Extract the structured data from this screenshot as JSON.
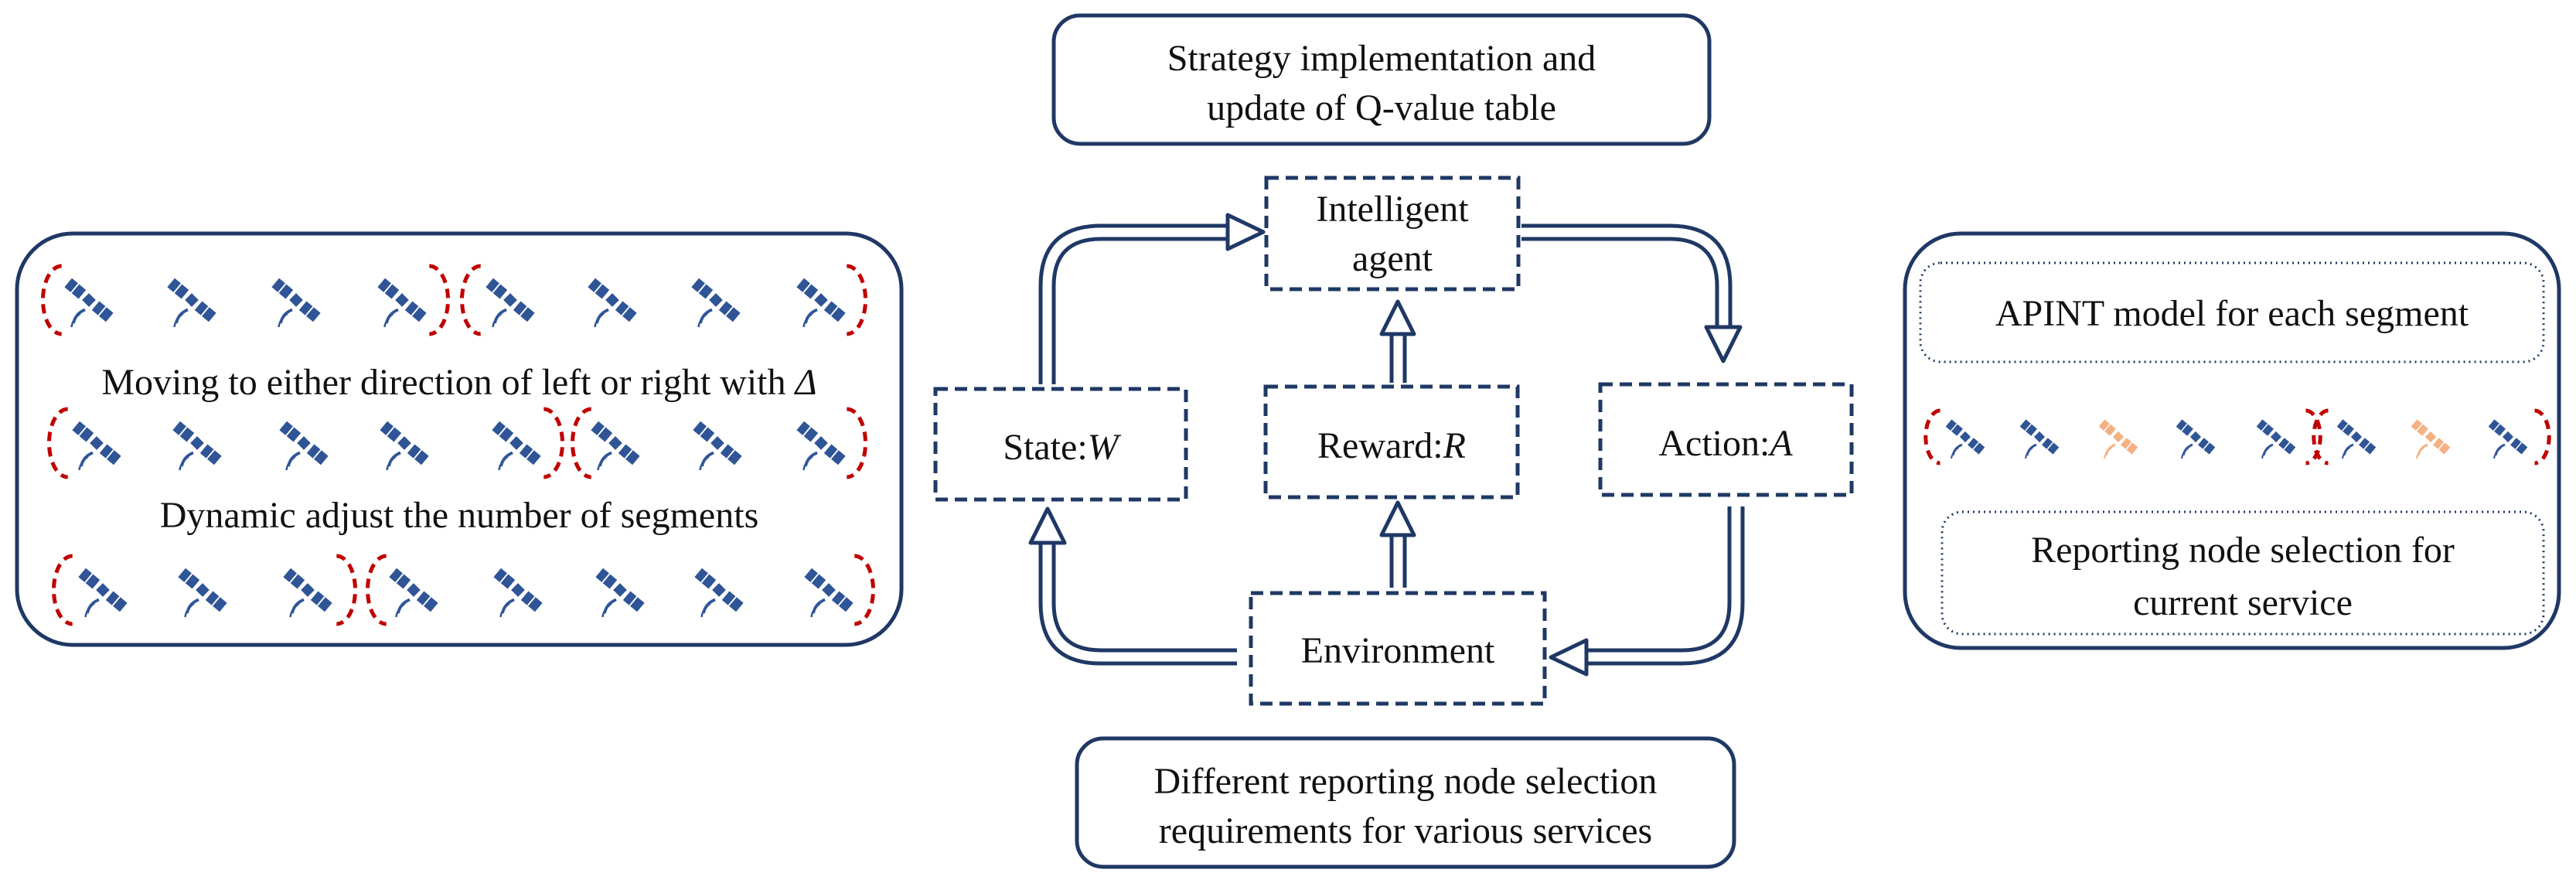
{
  "colors": {
    "box_stroke": "#1f3864",
    "satellite_blue": "#2f5597",
    "satellite_orange": "#f4b183",
    "segment_arc": "#c00000",
    "text": "#111111"
  },
  "icons": {
    "satellite": "satellite-icon",
    "segment_boundary": "segment-boundary-arc"
  },
  "top_box": {
    "line1": "Strategy implementation and",
    "line2": "update of Q-value table"
  },
  "bottom_box": {
    "line1": "Different reporting node selection",
    "line2": "requirements for various services"
  },
  "loop": {
    "agent": {
      "line1": "Intelligent",
      "line2": "agent"
    },
    "state": {
      "prefix": "State:",
      "symbol": "W"
    },
    "reward": {
      "prefix": "Reward:",
      "symbol": "R"
    },
    "action": {
      "prefix": "Action:",
      "symbol": "A"
    },
    "environment": "Environment"
  },
  "left_panel": {
    "caption1_text": "Moving to either direction of left or right with ",
    "caption1_symbol": "Δ",
    "caption2": "Dynamic adjust the number of segments"
  },
  "right_panel": {
    "title": "APINT model for each segment",
    "subtitle_line1": "Reporting node selection for",
    "subtitle_line2": "current service"
  }
}
